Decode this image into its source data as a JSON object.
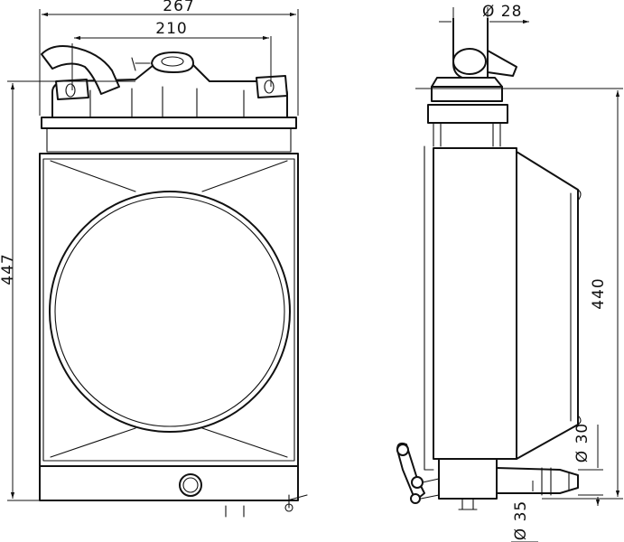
{
  "dimensions": {
    "overall_width": "267",
    "inlet_spacing": "210",
    "overall_height": "447",
    "core_height": "440",
    "inlet_diameter": "Ø 28",
    "outlet_diameter": "Ø 30",
    "drain_diameter": "Ø 35"
  }
}
